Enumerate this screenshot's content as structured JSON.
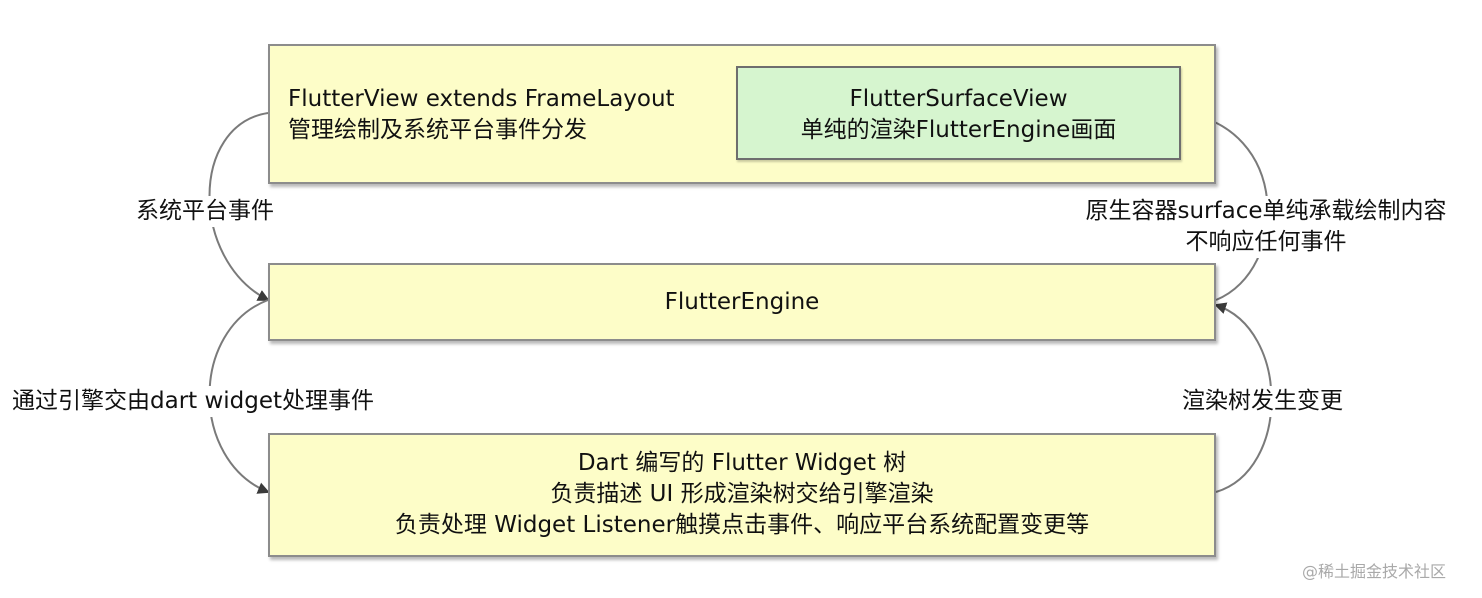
{
  "nodes": {
    "flutter_view": {
      "lines": [
        "FlutterView extends FrameLayout",
        "管理绘制及系统平台事件分发"
      ]
    },
    "surface_view": {
      "lines": [
        "FlutterSurfaceView",
        "单纯的渲染FlutterEngine画面"
      ]
    },
    "engine": {
      "label": "FlutterEngine"
    },
    "widget_tree": {
      "lines": [
        "Dart 编写的 Flutter Widget 树",
        "负责描述 UI 形成渲染树交给引擎渲染",
        "负责处理 Widget Listener触摸点击事件、响应平台系统配置变更等"
      ]
    }
  },
  "edges": {
    "view_to_engine": "系统平台事件",
    "engine_to_widget": "通过引擎交由dart widget处理事件",
    "engine_to_surface": [
      "原生容器surface单纯承载绘制内容",
      "不响应任何事件"
    ],
    "widget_to_engine": "渲染树发生变更"
  },
  "watermark": "@稀土掘金技术社区",
  "colors": {
    "box_fill": "#fdfdc8",
    "surface_fill": "#d6f5cf",
    "border": "#8c8c8c",
    "arrow": "#7a7a7a"
  }
}
